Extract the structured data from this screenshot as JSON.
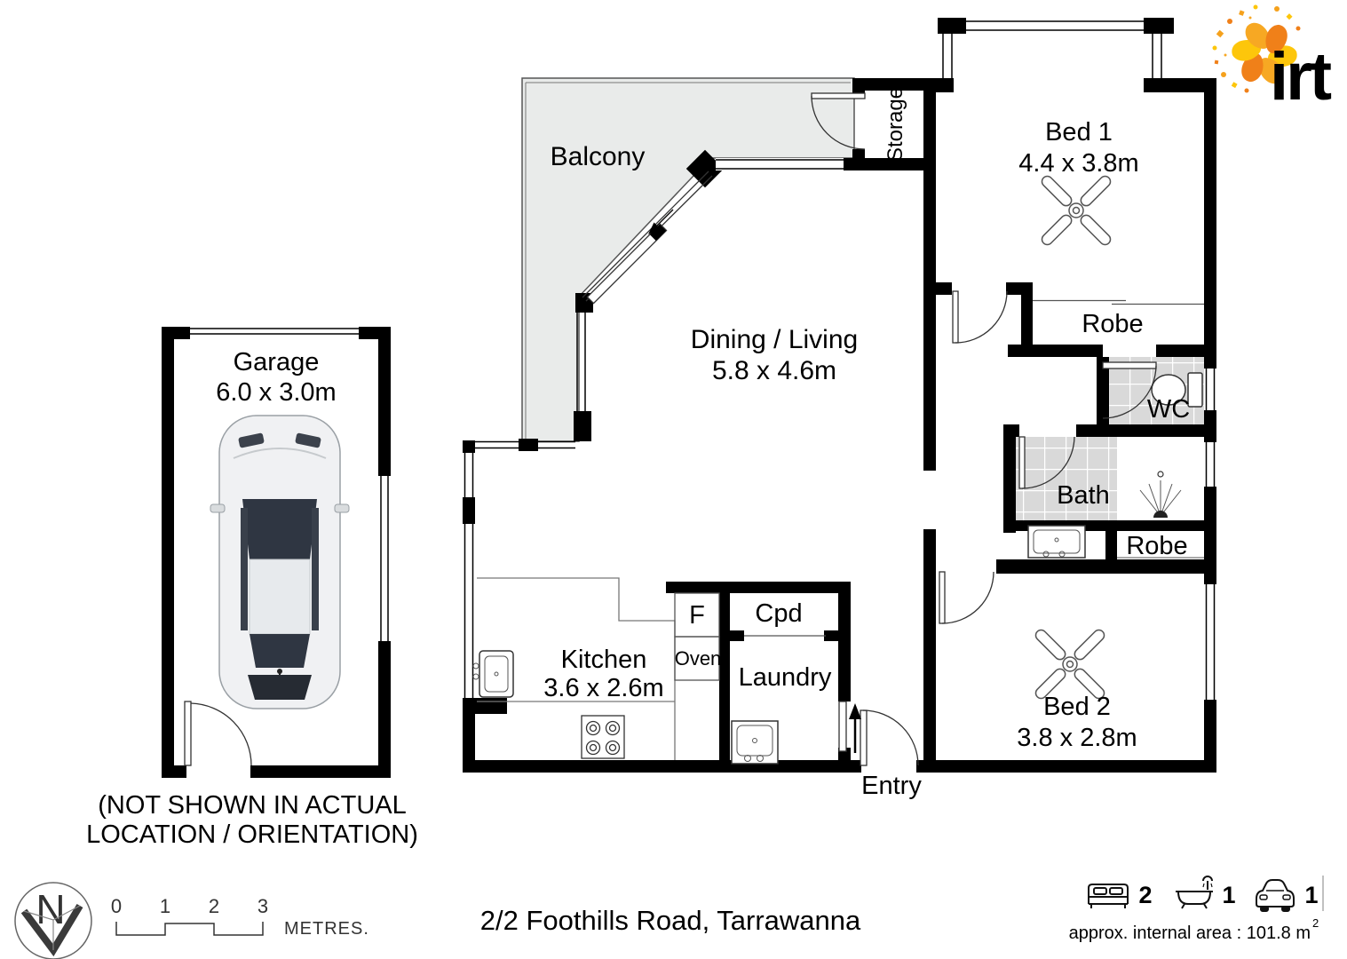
{
  "logo": {
    "text": "irt"
  },
  "rooms": {
    "balcony": {
      "label": "Balcony"
    },
    "storage": {
      "label": "Storage"
    },
    "bed1": {
      "label": "Bed 1",
      "dims": "4.4 x 3.8m"
    },
    "robe1": {
      "label": "Robe"
    },
    "wc": {
      "label": "WC"
    },
    "bath": {
      "label": "Bath"
    },
    "robe2": {
      "label": "Robe"
    },
    "bed2": {
      "label": "Bed 2",
      "dims": "3.8 x 2.8m"
    },
    "dining": {
      "label": "Dining / Living",
      "dims": "5.8 x 4.6m"
    },
    "kitchen": {
      "label": "Kitchen",
      "dims": "3.6 x 2.6m"
    },
    "fridge": {
      "label": "F"
    },
    "oven": {
      "label": "Oven"
    },
    "cpd": {
      "label": "Cpd"
    },
    "laundry": {
      "label": "Laundry"
    },
    "entry": {
      "label": "Entry"
    },
    "garage": {
      "label": "Garage",
      "dims": "6.0 x 3.0m"
    }
  },
  "disclaimer": {
    "line1": "(NOT SHOWN IN ACTUAL",
    "line2": "LOCATION / ORIENTATION)"
  },
  "compass": {
    "north": "N"
  },
  "scale_bar": {
    "ticks": [
      "0",
      "1",
      "2",
      "3"
    ],
    "unit": "METRES."
  },
  "address": "2/2 Foothills Road, Tarrawanna",
  "summary": {
    "beds": "2",
    "baths": "1",
    "cars": "1",
    "area_text": "approx. internal area : 101.8 m",
    "area_sup": "2"
  },
  "colors": {
    "wall": "#000000",
    "balcony_fill": "#e9ebea",
    "tile_fill": "#d9d9d9",
    "logo_teal": "#146F8C",
    "logo_orange": "#F08019",
    "logo_amber": "#F7A823",
    "logo_yellow": "#FDC60B"
  }
}
